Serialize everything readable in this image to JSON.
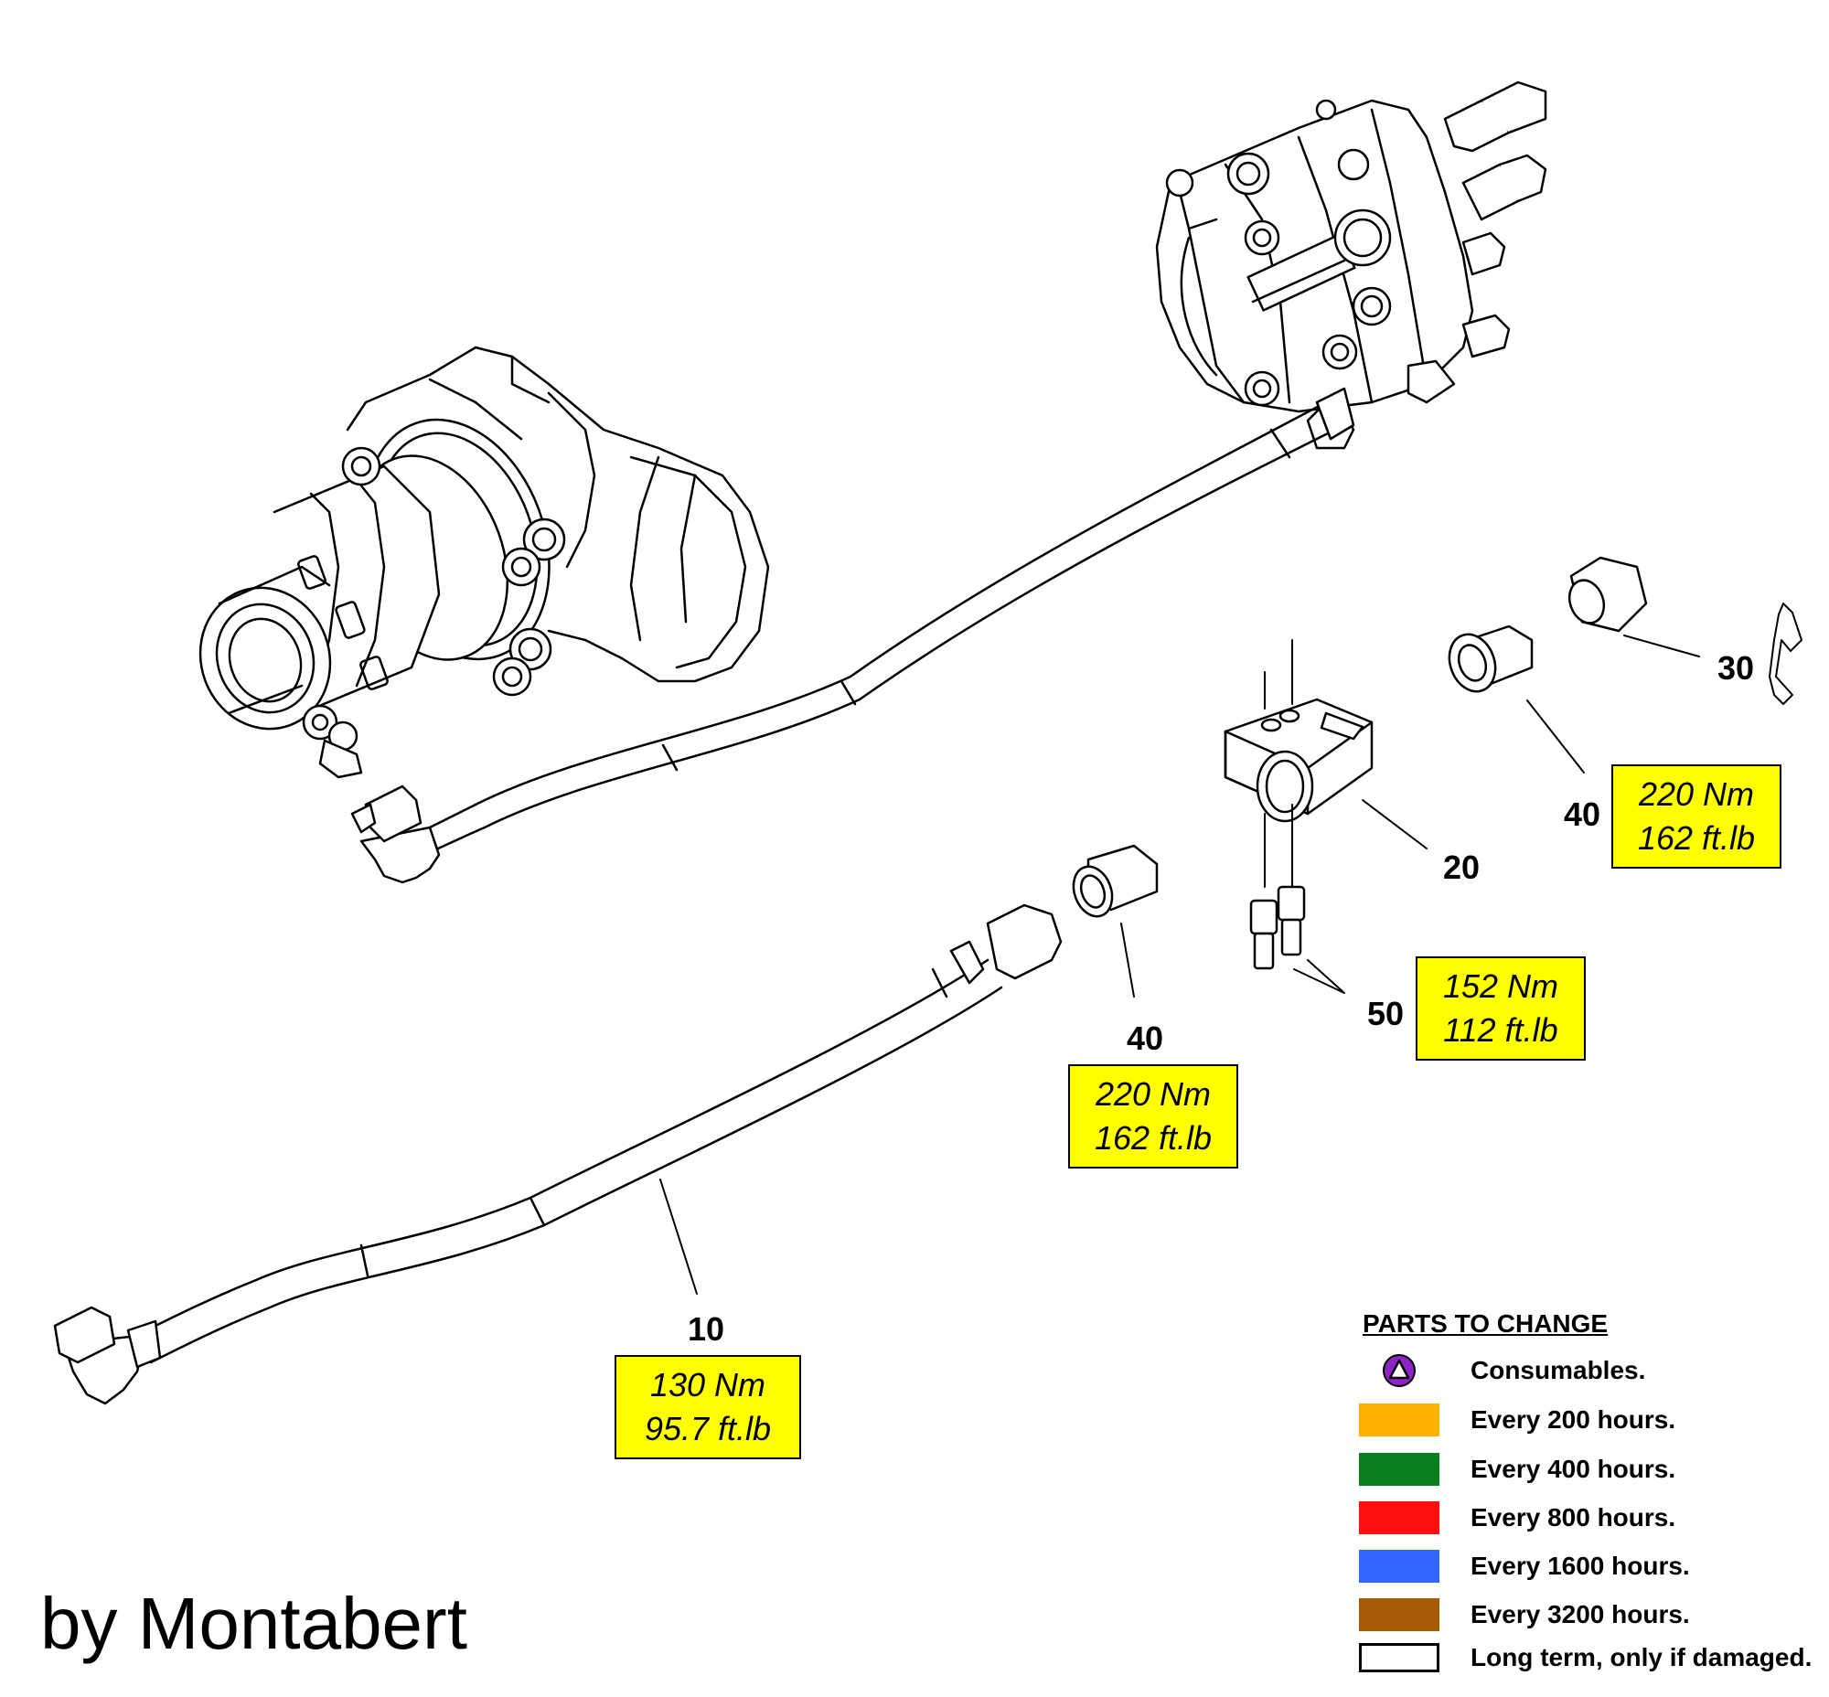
{
  "callouts": {
    "hose_10": "10",
    "block_20": "20",
    "nut_30": "30",
    "fitting_40_upper": "40",
    "fitting_40_lower": "40",
    "screw_50": "50"
  },
  "torques": {
    "fitting_40_upper": {
      "metric": "220 Nm",
      "imperial": "162 ft.lb"
    },
    "fitting_40_lower": {
      "metric": "220 Nm",
      "imperial": "162 ft.lb"
    },
    "screw_50": {
      "metric": "152 Nm",
      "imperial": "112 ft.lb"
    },
    "hose_10": {
      "metric": "130 Nm",
      "imperial": "95.7 ft.lb"
    }
  },
  "legend": {
    "title": "PARTS TO CHANGE",
    "items": [
      {
        "label": "Consumables.",
        "icon": "triangle-in-circle-icon",
        "color": "#8e24c8"
      },
      {
        "label": "Every 200 hours.",
        "color": "#ffb000"
      },
      {
        "label": "Every 400 hours.",
        "color": "#0b7e20"
      },
      {
        "label": "Every 800 hours.",
        "color": "#ff1010"
      },
      {
        "label": "Every 1600 hours.",
        "color": "#3366ff"
      },
      {
        "label": "Every 3200 hours.",
        "color": "#a55a05"
      },
      {
        "label": "Long term, only if damaged.",
        "color": "#ffffff"
      }
    ]
  },
  "credit": "by Montabert",
  "colors": {
    "torque_box": "#ffff00",
    "line": "#000000"
  }
}
